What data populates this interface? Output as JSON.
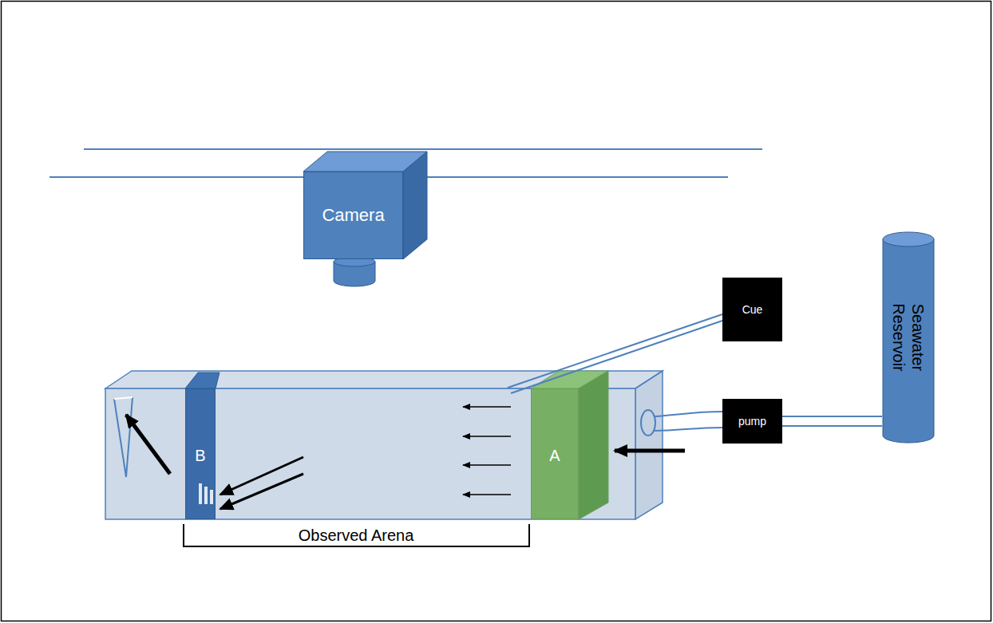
{
  "diagram": {
    "nodes": [
      {
        "text": [
          "Camera"
        ]
      },
      {
        "text": [
          "Cue"
        ]
      },
      {
        "text": [
          "Seawater Reservoir"
        ]
      },
      {
        "text": [
          "pump"
        ]
      },
      {
        "text": [
          "B"
        ]
      },
      {
        "text": [
          "A"
        ]
      }
    ],
    "edges": [
      {
        "from": 2,
        "to": 3,
        "arrow": "none"
      }
    ],
    "labels": [
      "Observed Arena"
    ]
  }
}
